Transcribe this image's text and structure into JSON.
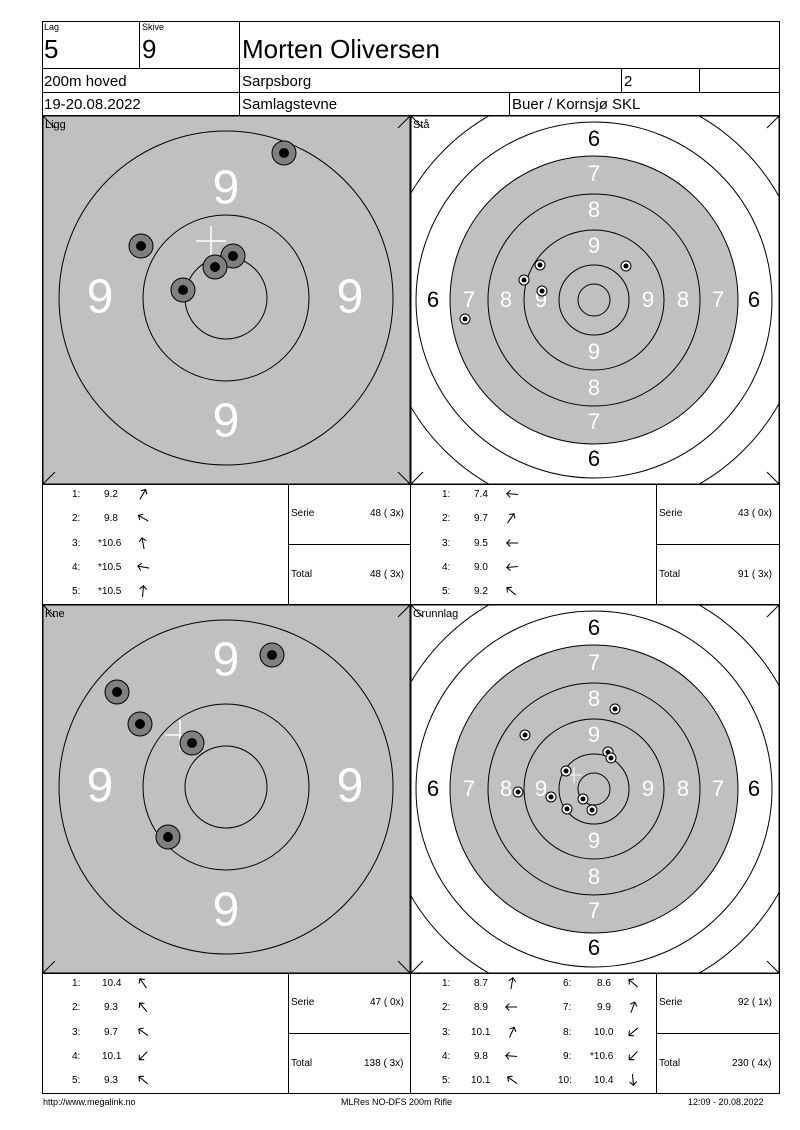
{
  "header": {
    "lag_label": "Lag",
    "lag_value": "5",
    "skive_label": "Skive",
    "skive_value": "9",
    "name": "Morten Oliversen",
    "program": "200m hoved",
    "club": "Sarpsborg",
    "klasse": "2",
    "date": "19-20.08.2022",
    "event": "Samlagstevne",
    "range": "Buer / Kornsjø SKL"
  },
  "panels": {
    "ligg": {
      "title": "Ligg",
      "ring_label": "9",
      "shots": [
        {
          "n": "1:",
          "score": "9.2",
          "dir": "arrow-up-right"
        },
        {
          "n": "2:",
          "score": "9.8",
          "dir": "arrow-up-left"
        },
        {
          "n": "3:",
          "score": "*10.6",
          "dir": "arrow-up"
        },
        {
          "n": "4:",
          "score": "*10.5",
          "dir": "arrow-left"
        },
        {
          "n": "5:",
          "score": "*10.5",
          "dir": "arrow-up"
        }
      ],
      "serie_label": "Serie",
      "serie_value": "48 ( 3x)",
      "total_label": "Total",
      "total_value": "48 ( 3x)"
    },
    "sta": {
      "title": "Stå",
      "shots": [
        {
          "n": "1:",
          "score": "7.4",
          "dir": "arrow-left"
        },
        {
          "n": "2:",
          "score": "9.7",
          "dir": "arrow-up-right"
        },
        {
          "n": "3:",
          "score": "9.5",
          "dir": "arrow-left"
        },
        {
          "n": "4:",
          "score": "9.0",
          "dir": "arrow-left"
        },
        {
          "n": "5:",
          "score": "9.2",
          "dir": "arrow-up-left"
        }
      ],
      "serie_label": "Serie",
      "serie_value": "43 ( 0x)",
      "total_label": "Total",
      "total_value": "91 ( 3x)"
    },
    "kne": {
      "title": "Kne",
      "ring_label": "9",
      "shots": [
        {
          "n": "1:",
          "score": "10.4",
          "dir": "arrow-up-left"
        },
        {
          "n": "2:",
          "score": "9.3",
          "dir": "arrow-up-left"
        },
        {
          "n": "3:",
          "score": "9.7",
          "dir": "arrow-up-left"
        },
        {
          "n": "4:",
          "score": "10.1",
          "dir": "arrow-down-left"
        },
        {
          "n": "5:",
          "score": "9.3",
          "dir": "arrow-up-left"
        }
      ],
      "serie_label": "Serie",
      "serie_value": "47 ( 0x)",
      "total_label": "Total",
      "total_value": "138 ( 3x)"
    },
    "grunnlag": {
      "title": "Grunnlag",
      "shots": [
        {
          "n": "1:",
          "score": "8.7",
          "dir": "arrow-up"
        },
        {
          "n": "2:",
          "score": "8.9",
          "dir": "arrow-left"
        },
        {
          "n": "3:",
          "score": "10.1",
          "dir": "arrow-up-right"
        },
        {
          "n": "4:",
          "score": "9.8",
          "dir": "arrow-left"
        },
        {
          "n": "5:",
          "score": "10.1",
          "dir": "arrow-up-left"
        },
        {
          "n": "6:",
          "score": "8.6",
          "dir": "arrow-up-left"
        },
        {
          "n": "7:",
          "score": "9.9",
          "dir": "arrow-up-right"
        },
        {
          "n": "8:",
          "score": "10.0",
          "dir": "arrow-down-left"
        },
        {
          "n": "9:",
          "score": "*10.6",
          "dir": "arrow-down-left"
        },
        {
          "n": "10:",
          "score": "10.4",
          "dir": "arrow-down"
        }
      ],
      "serie_label": "Serie",
      "serie_value": "92 ( 1x)",
      "total_label": "Total",
      "total_value": "230 ( 4x)"
    }
  },
  "target_labels": {
    "ring6": "6",
    "ring7": "7",
    "ring8": "8",
    "ring9": "9"
  },
  "footer": {
    "url": "http://www.megalink.no",
    "software": "MLRes NO-DFS 200m Rifle",
    "timestamp": "12:09 - 20.08.2022"
  },
  "colors": {
    "target_gray": "#c0c0c0",
    "shot_gray": "#808080",
    "ink": "#000000",
    "paper": "#ffffff"
  }
}
